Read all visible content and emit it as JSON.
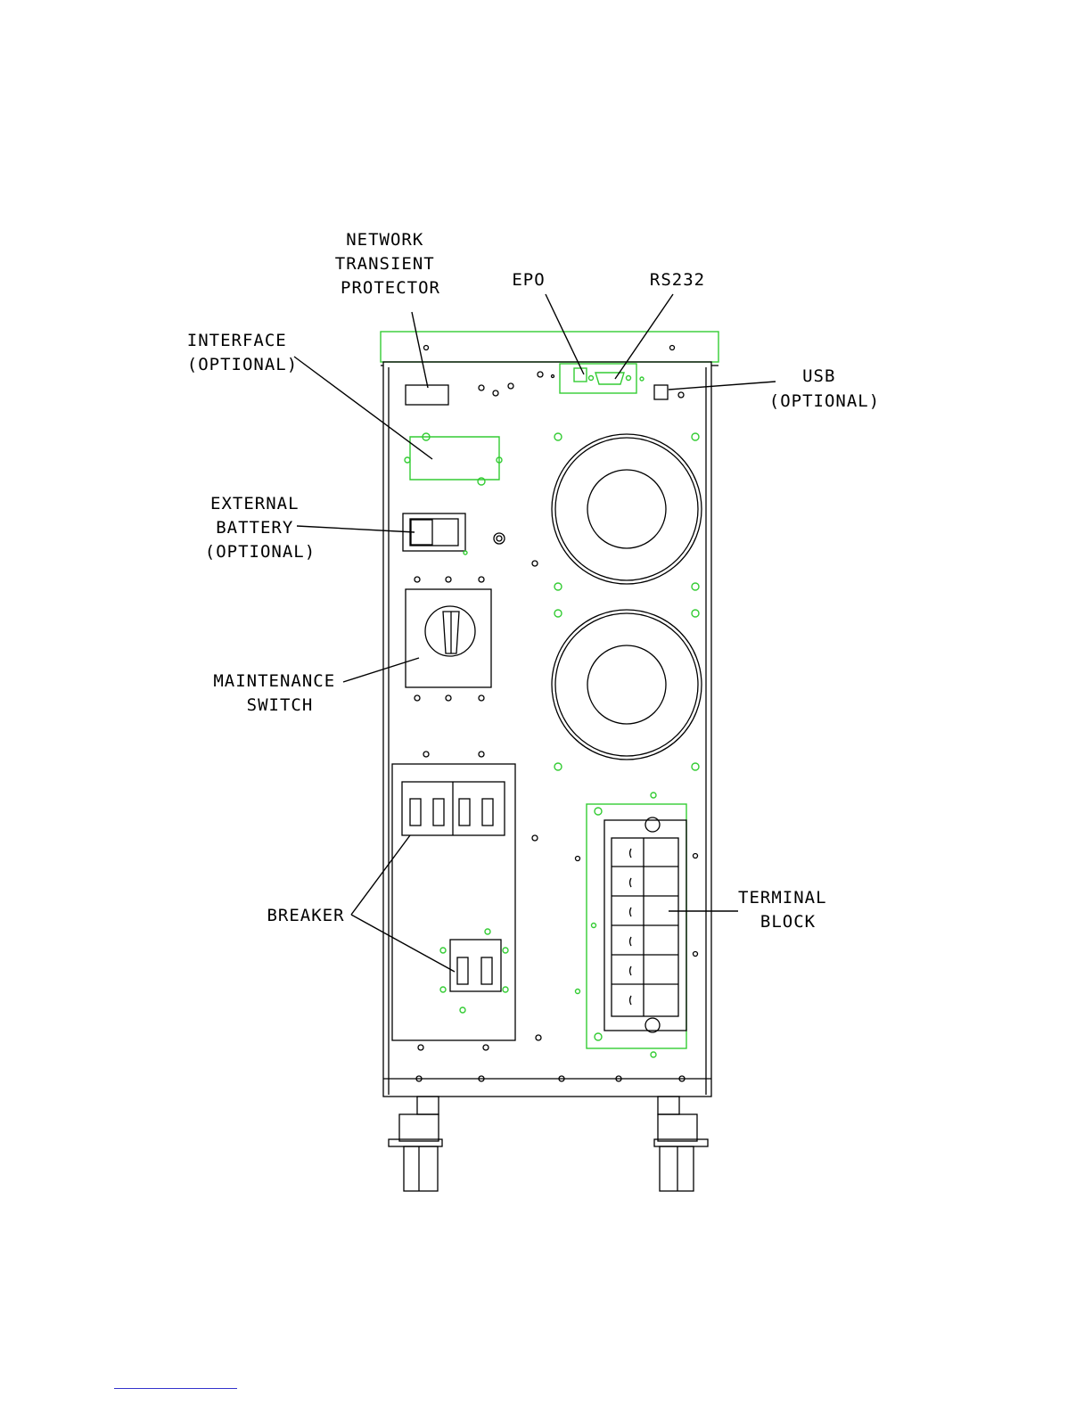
{
  "labels": {
    "network_transient_protector": [
      "NETWORK",
      "TRANSIENT",
      "PROTECTOR"
    ],
    "epo": "EPO",
    "rs232": "RS232",
    "interface": [
      "INTERFACE",
      "(OPTIONAL)"
    ],
    "usb": [
      "USB",
      "(OPTIONAL)"
    ],
    "external_battery": [
      "EXTERNAL",
      "BATTERY",
      "(OPTIONAL)"
    ],
    "maintenance_switch": [
      "MAINTENANCE",
      "SWITCH"
    ],
    "breaker": "BREAKER",
    "terminal_block": [
      "TERMINAL",
      "BLOCK"
    ]
  },
  "colors": {
    "line": "#000000",
    "highlight": "#33cc33",
    "footer_rule": "#3333cc"
  }
}
